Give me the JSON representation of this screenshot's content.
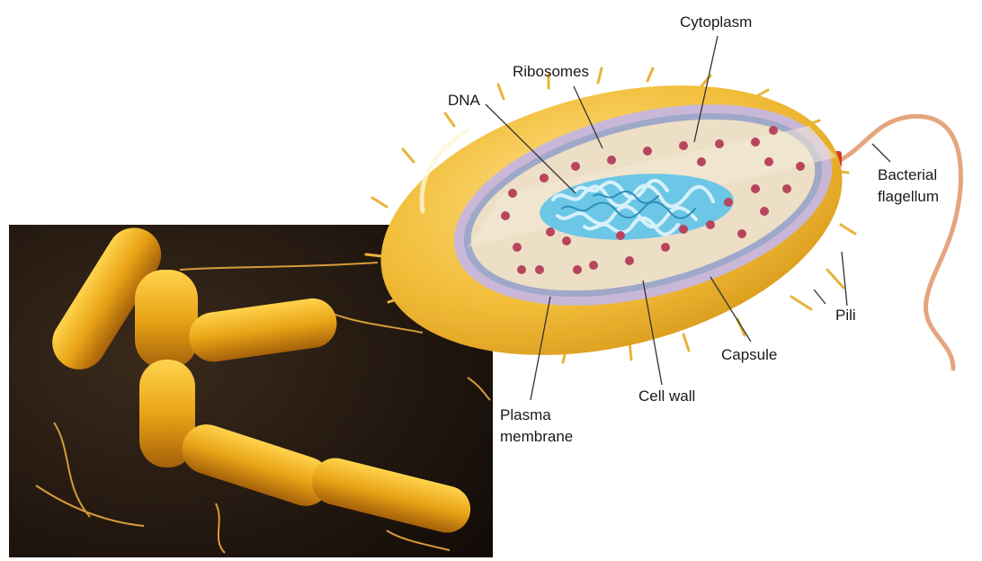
{
  "labels": {
    "cytoplasm": "Cytoplasm",
    "ribosomes": "Ribosomes",
    "dna": "DNA",
    "bacterial_flagellum": [
      "Bacterial",
      "flagellum"
    ],
    "pili": "Pili",
    "capsule": "Capsule",
    "cell_wall": "Cell wall",
    "plasma_membrane": [
      "Plasma",
      "membrane"
    ]
  },
  "colors": {
    "capsule": "#f0b92e",
    "cell_wall": "#c9b7d8",
    "cytoplasm": "#ecdfc6",
    "dna": "#4fb6dc",
    "ribosome": "#b8455e",
    "flagellum": "#e4a67e",
    "micrograph_bg": "#1c120c",
    "micrograph_rod": "#e9a416"
  }
}
